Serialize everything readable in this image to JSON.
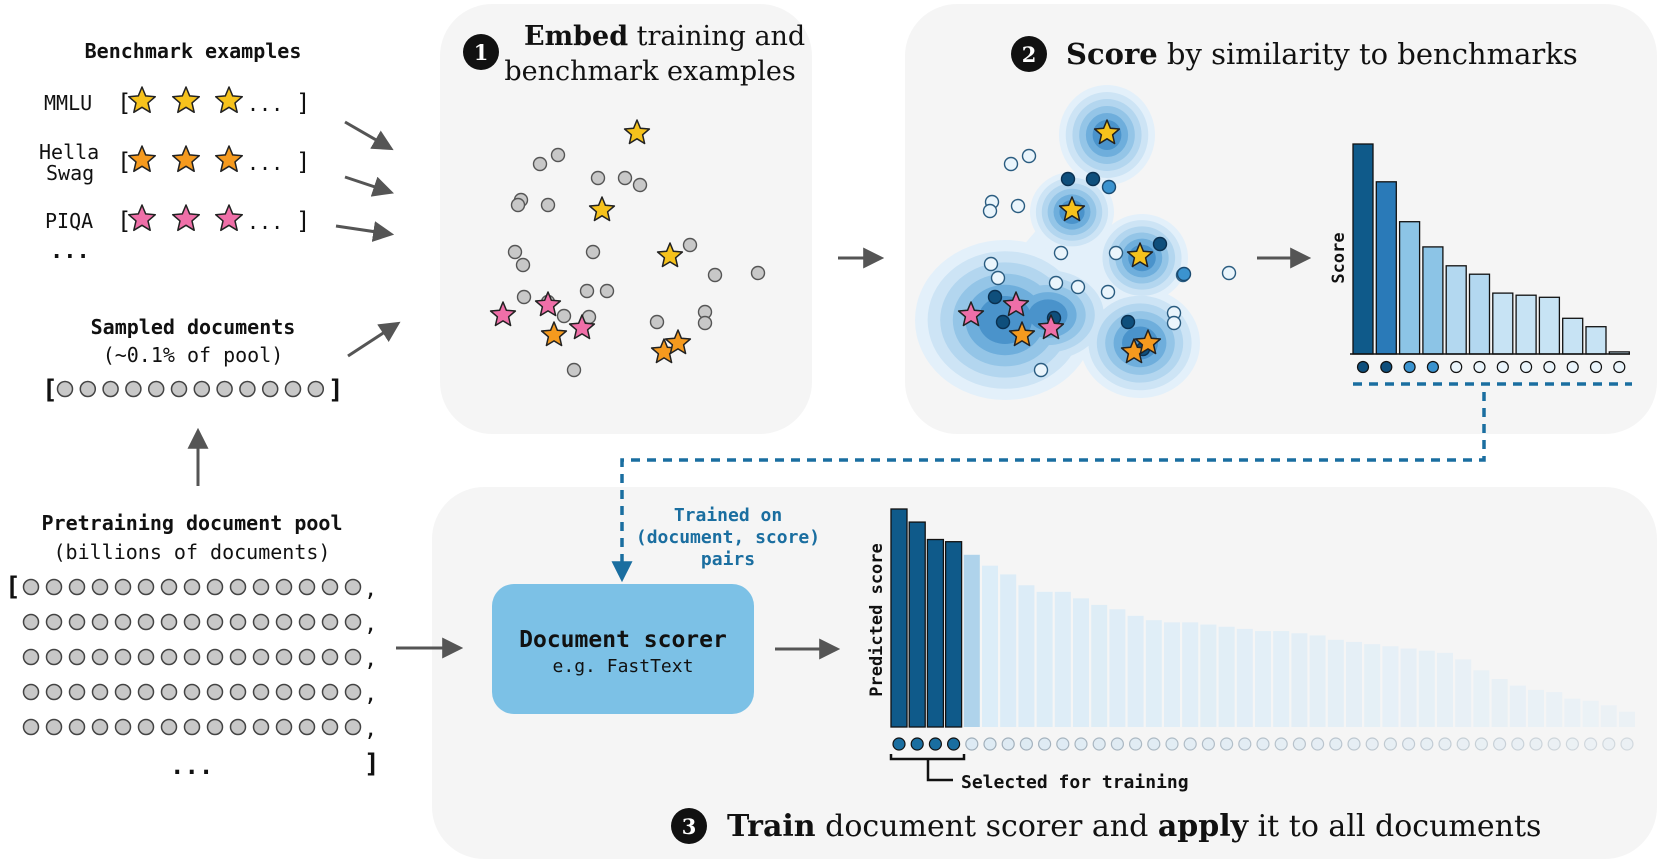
{
  "left": {
    "benchmark_title": "Benchmark examples",
    "benchmarks": [
      {
        "label": "MMLU",
        "color": "#f6c21c"
      },
      {
        "label_line1": "Hella",
        "label_line2": "Swag",
        "color": "#f59a1e"
      },
      {
        "label": "PIQA",
        "color": "#ef6fa8"
      }
    ],
    "bracket_open": "[",
    "bracket_close": "]",
    "row_ellipsis": "...",
    "more": "...",
    "sampled_title": "Sampled documents",
    "sampled_sub": "(~0.1% of pool)",
    "pool_title": "Pretraining document pool",
    "pool_sub": "(billions of documents)",
    "pool_comma": ",",
    "pool_ellipsis": "..."
  },
  "step1": {
    "number": "1",
    "bold": "Embed",
    "rest": " training and",
    "line2": "benchmark examples"
  },
  "step2": {
    "number": "2",
    "bold": "Score",
    "rest": " by similarity to benchmarks",
    "axis_label": "Score"
  },
  "step3": {
    "number": "3",
    "bold1": "Train",
    "mid": " document scorer and ",
    "bold2": "apply",
    "end": " it to all documents",
    "trained_on": [
      "Trained on",
      "(document, score)",
      "pairs"
    ],
    "scorer_title": "Document scorer",
    "scorer_sub": "e.g. FastText",
    "axis_label": "Predicted score",
    "selected_label": "Selected for training"
  },
  "colors": {
    "panel": "#f5f5f5",
    "dark_blue": "#0f5a8a",
    "mid_blue": "#2a7ab8",
    "light_blue": "#8cc4e6",
    "scorer_box": "#7cc1e6",
    "dashed": "#1a6ea0",
    "gray_dot": "#c8c8c8",
    "arrow": "#555555"
  },
  "chart_data": [
    {
      "type": "bar",
      "ylabel": "Score",
      "values": [
        100,
        82,
        63,
        51,
        42,
        38,
        29,
        28,
        27,
        17,
        13,
        1
      ],
      "dot_shades": [
        "dark",
        "dark",
        "mid",
        "mid",
        "light",
        "light",
        "light",
        "light",
        "light",
        "light",
        "light",
        "light"
      ]
    },
    {
      "type": "bar",
      "ylabel": "Predicted score",
      "values": [
        100,
        94,
        86,
        85,
        79,
        74,
        70,
        65,
        62,
        62,
        59,
        56,
        54,
        51,
        49,
        48,
        48,
        47,
        46,
        45,
        44,
        44,
        43,
        42,
        40,
        39,
        38,
        37,
        36,
        35,
        34,
        31,
        26,
        22,
        19,
        17,
        16,
        13,
        12,
        10,
        7
      ],
      "selected_count": 4
    }
  ]
}
